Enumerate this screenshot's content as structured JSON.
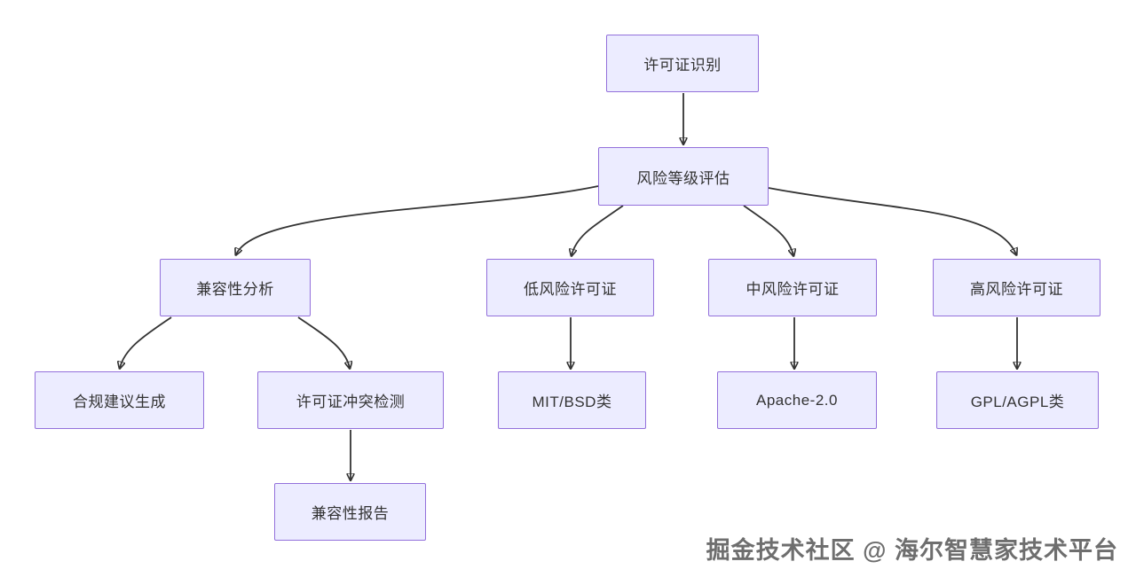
{
  "diagram": {
    "type": "flowchart",
    "nodes": {
      "license_identification": {
        "label": "许可证识别"
      },
      "risk_level_assessment": {
        "label": "风险等级评估"
      },
      "compatibility_analysis": {
        "label": "兼容性分析"
      },
      "low_risk_license": {
        "label": "低风险许可证"
      },
      "medium_risk_license": {
        "label": "中风险许可证"
      },
      "high_risk_license": {
        "label": "高风险许可证"
      },
      "compliance_advice_generation": {
        "label": "合规建议生成"
      },
      "license_conflict_detection": {
        "label": "许可证冲突检测"
      },
      "mit_bsd_class": {
        "label": "MIT/BSD类"
      },
      "apache_2_0": {
        "label": "Apache-2.0"
      },
      "gpl_agpl_class": {
        "label": "GPL/AGPL类"
      },
      "compatibility_report": {
        "label": "兼容性报告"
      }
    },
    "edges": [
      {
        "from": "许可证识别",
        "to": "风险等级评估"
      },
      {
        "from": "风险等级评估",
        "to": "兼容性分析"
      },
      {
        "from": "风险等级评估",
        "to": "低风险许可证"
      },
      {
        "from": "风险等级评估",
        "to": "中风险许可证"
      },
      {
        "from": "风险等级评估",
        "to": "高风险许可证"
      },
      {
        "from": "兼容性分析",
        "to": "合规建议生成"
      },
      {
        "from": "兼容性分析",
        "to": "许可证冲突检测"
      },
      {
        "from": "低风险许可证",
        "to": "MIT/BSD类"
      },
      {
        "from": "中风险许可证",
        "to": "Apache-2.0"
      },
      {
        "from": "高风险许可证",
        "to": "GPL/AGPL类"
      },
      {
        "from": "许可证冲突检测",
        "to": "兼容性报告"
      }
    ],
    "colors": {
      "node_fill": "#ECECFF",
      "node_border": "#9370DB",
      "edge": "#333333",
      "node_text": "#333333"
    }
  },
  "watermark": {
    "text": "掘金技术社区 @ 海尔智慧家技术平台"
  }
}
